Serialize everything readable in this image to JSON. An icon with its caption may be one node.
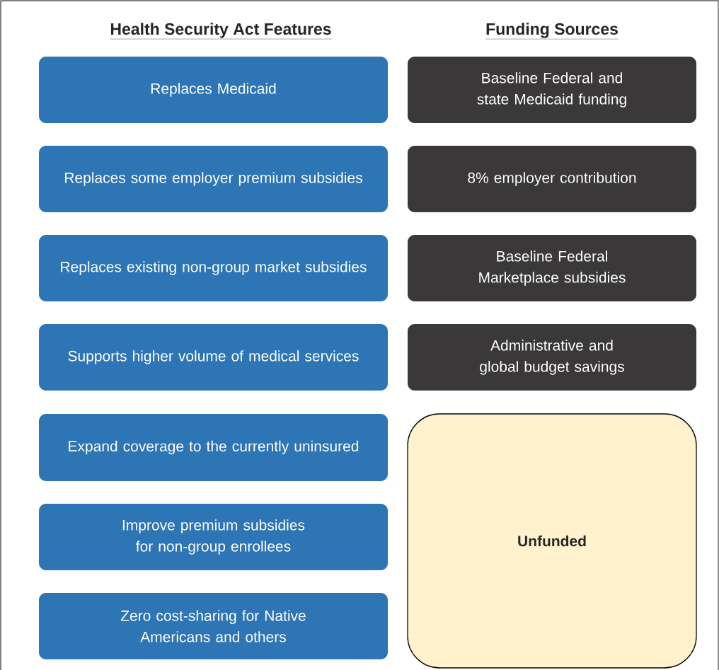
{
  "diagram": {
    "nodes": [
      {
        "text": [
          "Replaces Medicaid"
        ]
      },
      {
        "text": [
          "Replaces some employer premium subsidies"
        ]
      },
      {
        "text": [
          "Replaces existing non-group market subsidies"
        ]
      },
      {
        "text": [
          "Supports higher volume of medical services"
        ]
      },
      {
        "text": [
          "Expand coverage to the currently uninsured"
        ]
      },
      {
        "text": [
          "Improve premium subsidies for non-group enrollees"
        ]
      },
      {
        "text": [
          "Zero cost-sharing for Native Americans and others"
        ]
      },
      {
        "text": [
          "Baseline Federal and state Medicaid funding"
        ]
      },
      {
        "text": [
          "8% employer contribution"
        ]
      },
      {
        "text": [
          "Baseline Federal Marketplace subsidies"
        ]
      },
      {
        "text": [
          "Administrative and global budget savings"
        ]
      },
      {
        "text": [
          "Unfunded"
        ]
      }
    ],
    "labels": [
      "Health Security Act Features",
      "Funding Sources"
    ]
  }
}
